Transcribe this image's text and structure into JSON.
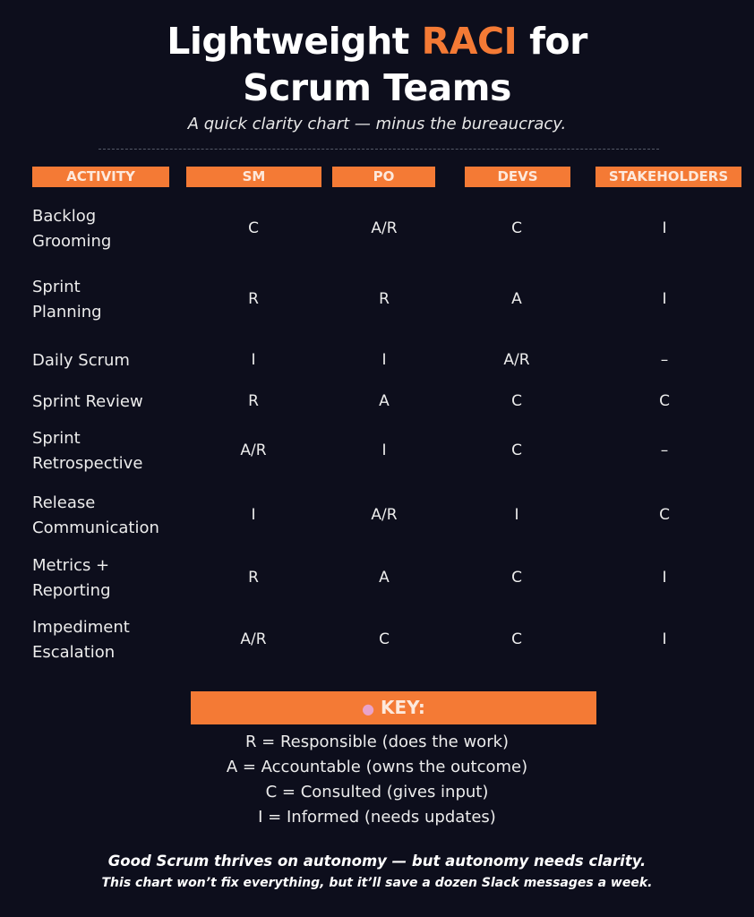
{
  "header": {
    "title_part1": "Lightweight ",
    "title_accent": "RACI",
    "title_part2": " for",
    "title_line2": "Scrum Teams",
    "subtitle": "A quick clarity chart — minus the bureaucracy."
  },
  "table": {
    "columns": [
      "ACTIVITY",
      "SM",
      "PO",
      "DEVS",
      "STAKEHOLDERS"
    ],
    "rows": [
      {
        "activity": [
          "Backlog",
          "Grooming"
        ],
        "values": [
          "C",
          "A/R",
          "C",
          "I"
        ]
      },
      {
        "activity": [
          "Sprint",
          "Planning"
        ],
        "values": [
          "R",
          "R",
          "A",
          "I"
        ]
      },
      {
        "activity": [
          "Daily Scrum"
        ],
        "values": [
          "I",
          "I",
          "A/R",
          "–"
        ]
      },
      {
        "activity": [
          "Sprint Review"
        ],
        "values": [
          "R",
          "A",
          "C",
          "C"
        ]
      },
      {
        "activity": [
          "Sprint",
          "Retrospective"
        ],
        "values": [
          "A/R",
          "I",
          "C",
          "–"
        ]
      },
      {
        "activity": [
          "Release",
          "Communication"
        ],
        "values": [
          "I",
          "A/R",
          "I",
          "C"
        ]
      },
      {
        "activity": [
          "Metrics +",
          "Reporting"
        ],
        "values": [
          "R",
          "A",
          "C",
          "I"
        ]
      },
      {
        "activity": [
          "Impediment",
          "Escalation"
        ],
        "values": [
          "A/R",
          "C",
          "C",
          "I"
        ]
      }
    ]
  },
  "key": {
    "icon": "brain-icon",
    "title": "KEY:",
    "lines": [
      "R = Responsible (does the work)",
      "A = Accountable (owns the outcome)",
      "C = Consulted (gives input)",
      "I = Informed (needs updates)"
    ]
  },
  "footer": {
    "line1": "Good Scrum thrives on autonomy — but autonomy needs clarity.",
    "line2": "This chart won’t fix everything, but it’ll save a dozen Slack messages a week."
  },
  "colors": {
    "background": "#0d0e1c",
    "accent": "#f47a35"
  }
}
